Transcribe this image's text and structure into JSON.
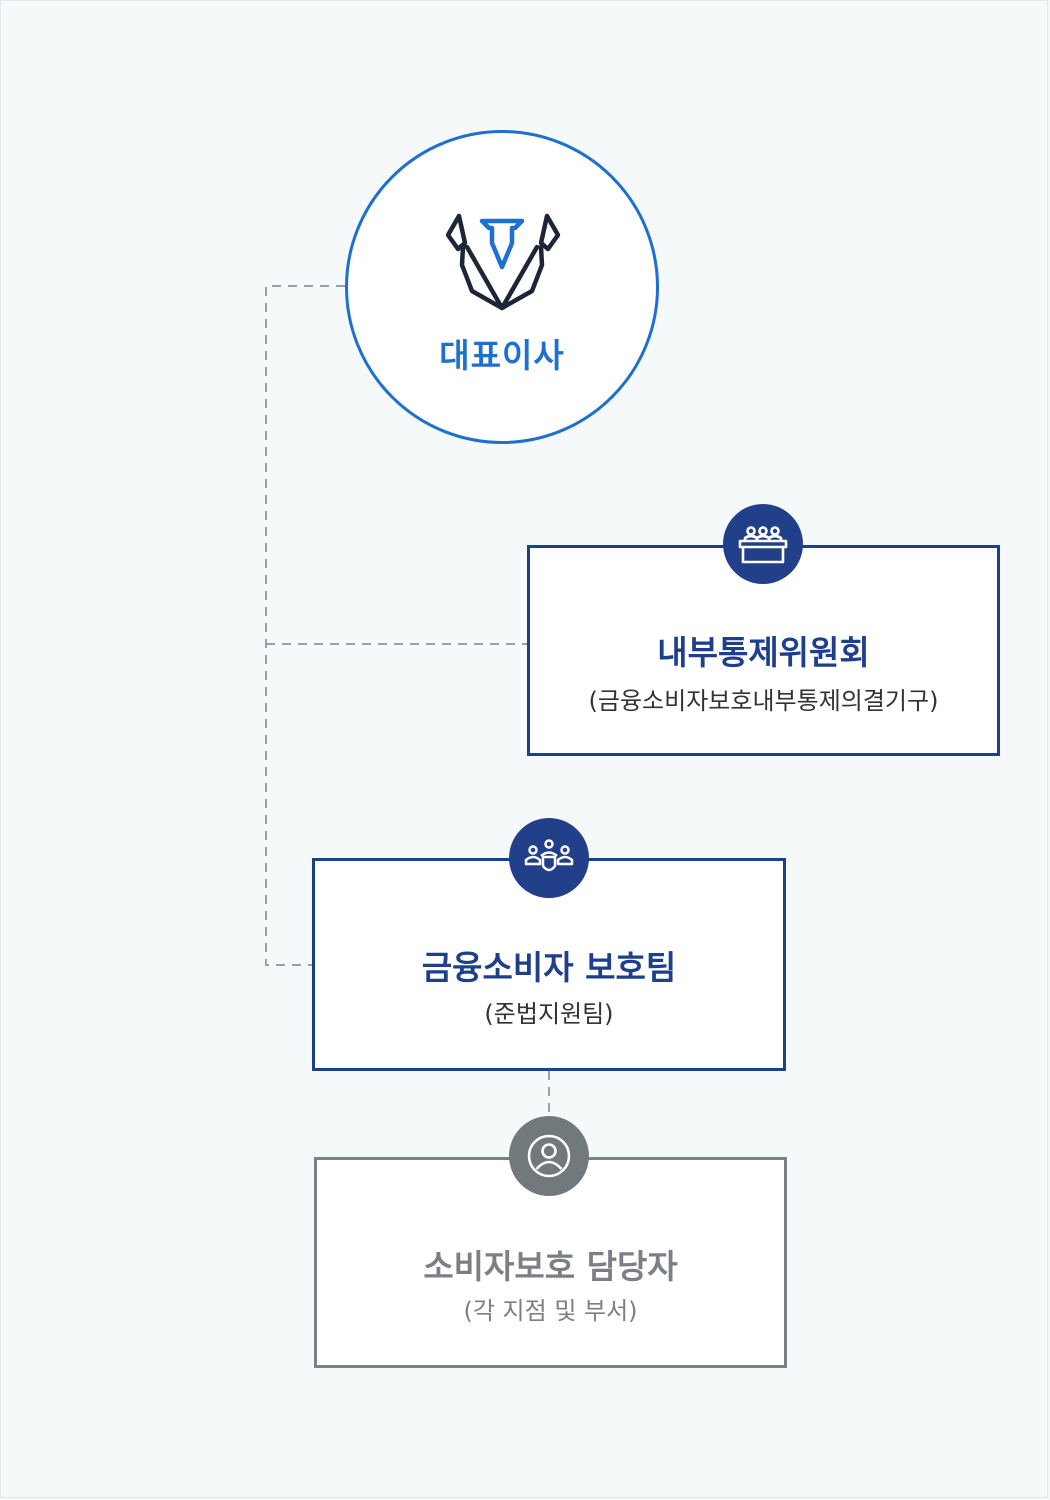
{
  "colors": {
    "background": "#f6f9fa",
    "ceo_accent": "#1d6fd0",
    "navy": "#1e3f8c",
    "gray": "#7b8185",
    "connector": "#9aa0a4"
  },
  "ceo": {
    "label": "대표이사",
    "icon": "suit-tie-icon"
  },
  "committee": {
    "title": "내부통제위원회",
    "subtitle": "(금융소비자보호내부통제의결기구)",
    "icon": "meeting-table-icon"
  },
  "protection_team": {
    "title": "금융소비자 보호팀",
    "subtitle": "(준법지원팀)",
    "icon": "team-shield-icon"
  },
  "officer": {
    "title": "소비자보호 담당자",
    "subtitle": "(각 지점 및 부서)",
    "icon": "user-circle-icon"
  }
}
